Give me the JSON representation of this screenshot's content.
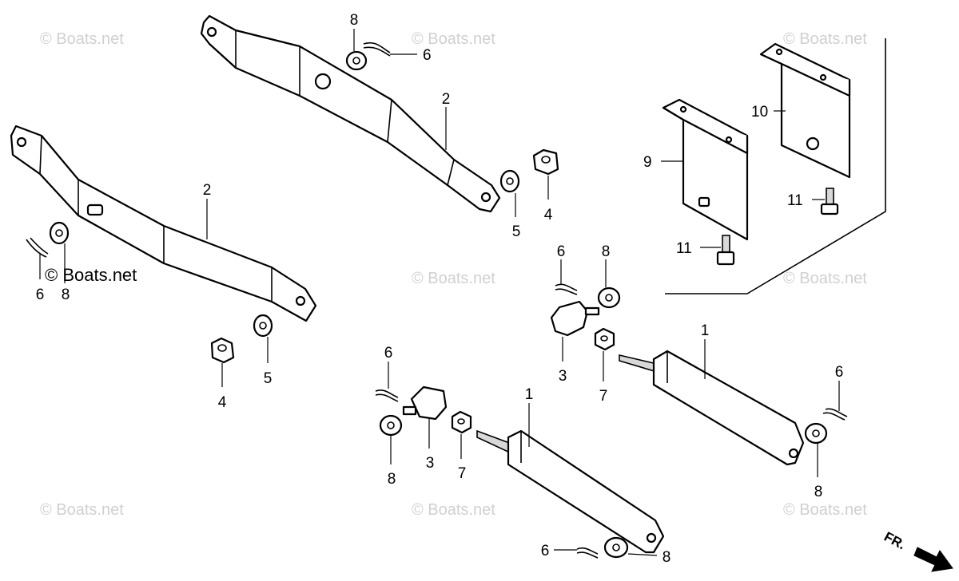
{
  "watermark": "© Boats.net",
  "brand_label": "© Boats.net",
  "direction_label": "FR.",
  "callouts": {
    "c1": "8",
    "c2": "6",
    "c3": "2",
    "c4": "5",
    "c5": "4",
    "c6": "10",
    "c7": "9",
    "c8": "11",
    "c9": "11",
    "c10": "2",
    "c11": "6",
    "c12": "8",
    "c13": "4",
    "c14": "5",
    "c15": "6",
    "c16": "8",
    "c17": "3",
    "c18": "7",
    "c19": "1",
    "c20": "6",
    "c21": "8",
    "c22": "3",
    "c23": "7",
    "c24": "1",
    "c25": "6",
    "c26": "8",
    "c27": "6",
    "c28": "8"
  }
}
